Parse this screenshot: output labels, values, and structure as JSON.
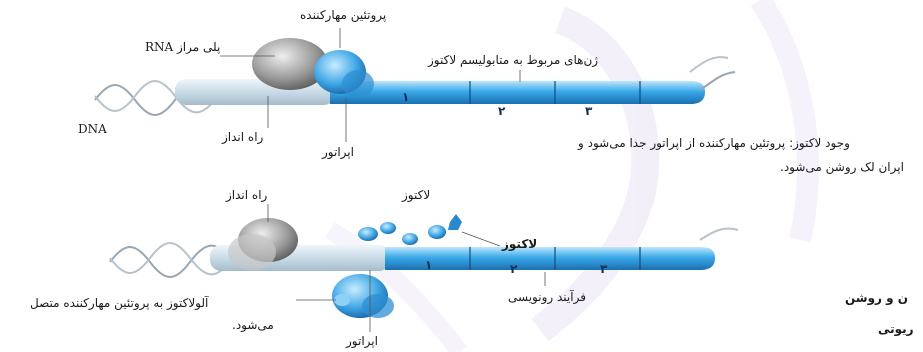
{
  "top": {
    "label_promoter_protein": "پروتئین مهارکننده",
    "label_rna_polymerase": "RNA پلی مراز",
    "label_genes": "ژن‌های مربوط به متابولیسم لاکتوز",
    "label_dna": "DNA",
    "label_promoter": "راه انداز",
    "label_operator": "اپراتور",
    "gene_numbers": [
      "۱",
      "۲",
      "۳"
    ]
  },
  "side": {
    "line1": "وجود لاکتوز: پروتئین مهارکننده از اپراتور جدا می‌شود و",
    "line2": "اپران لک روشن می‌شود.",
    "frag1": "ن و روشن",
    "frag2": "ریوتی"
  },
  "bottom": {
    "label_promoter": "راه انداز",
    "label_lactose_top": "لاکتوز",
    "label_lactose": "لاکتوز",
    "label_allolactose": "آلولاکتوز به پروتئین مهارکننده متصل",
    "label_allolactose_2": "می‌شود.",
    "label_operator": "اپراتور",
    "label_transcription": "فرآیند رونویسی",
    "gene_numbers": [
      "۱",
      "۲",
      "۳"
    ]
  }
}
